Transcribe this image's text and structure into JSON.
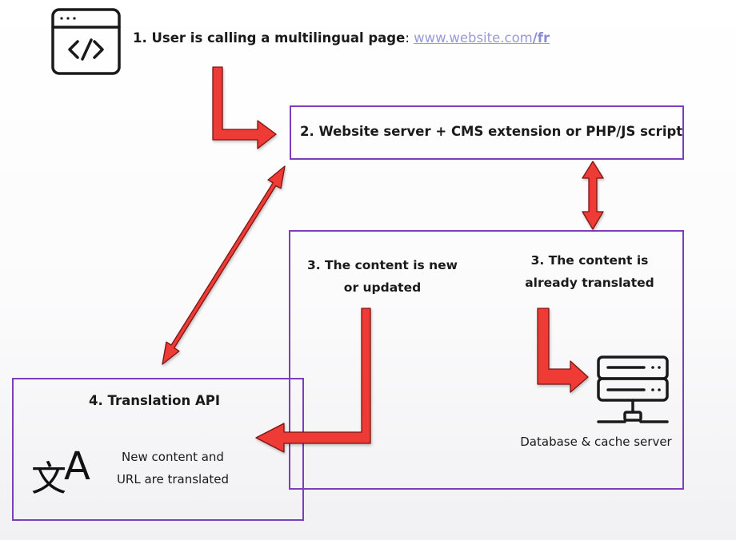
{
  "step1": {
    "label": "1. User is calling a multilingual page",
    "separator": ": ",
    "url_main": "www.website.com",
    "url_suffix": "/fr"
  },
  "step2": {
    "label": "2. Website server + CMS extension or PHP/JS script"
  },
  "step3_new": {
    "line1": "3. The content is new",
    "line2": "or updated"
  },
  "step3_translated": {
    "line1": "3. The content is",
    "line2": "already translated"
  },
  "step4": {
    "label": "4. Translation API",
    "description_line1": "New content and",
    "description_line2": "URL are translated"
  },
  "database": {
    "caption": "Database & cache server"
  },
  "icons": {
    "browser": "browser-code-icon",
    "translate": "translate-icon",
    "server": "server-icon"
  },
  "colors": {
    "arrow_fill": "#ee3b34",
    "box_stroke": "#7b3fbd",
    "text": "#1a1a1a",
    "link": "#9a9ad8"
  }
}
